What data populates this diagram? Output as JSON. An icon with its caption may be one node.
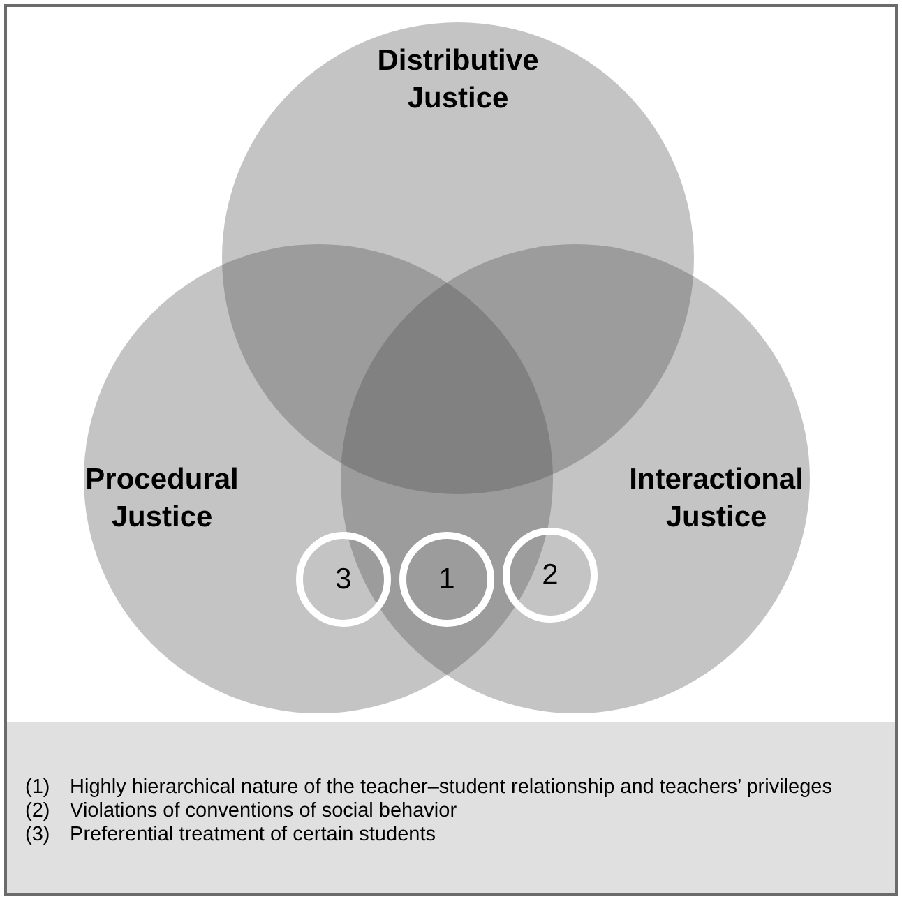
{
  "diagram": {
    "nodes": [
      {
        "text": [
          "Distributive Justice"
        ]
      },
      {
        "text": [
          "Procedural Justice"
        ]
      },
      {
        "text": [
          "Interactional Justice"
        ]
      },
      {
        "text": [
          "3"
        ],
        "in": 1
      },
      {
        "text": [
          "1"
        ]
      },
      {
        "text": [
          "2"
        ],
        "in": 2
      },
      {
        "text": [
          "(1) Highly hierarchical nature of the teacher–student relationship and teachers’ privileges",
          "(2) Violations of conventions of social behavior",
          "(3) Preferential treatment of certain students"
        ]
      }
    ]
  }
}
